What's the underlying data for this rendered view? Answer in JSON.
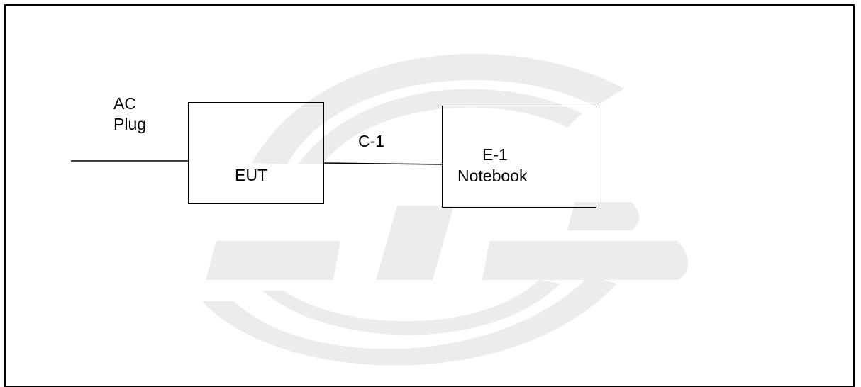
{
  "diagram": {
    "ac_plug": {
      "line1": "AC",
      "line2": "Plug"
    },
    "eut_box": {
      "label": "EUT"
    },
    "cable": {
      "label": "C-1"
    },
    "notebook_box": {
      "line1": "E-1",
      "line2": "Notebook"
    }
  },
  "colors": {
    "line": "#000000",
    "watermark": "#ececec",
    "background": "#ffffff"
  }
}
